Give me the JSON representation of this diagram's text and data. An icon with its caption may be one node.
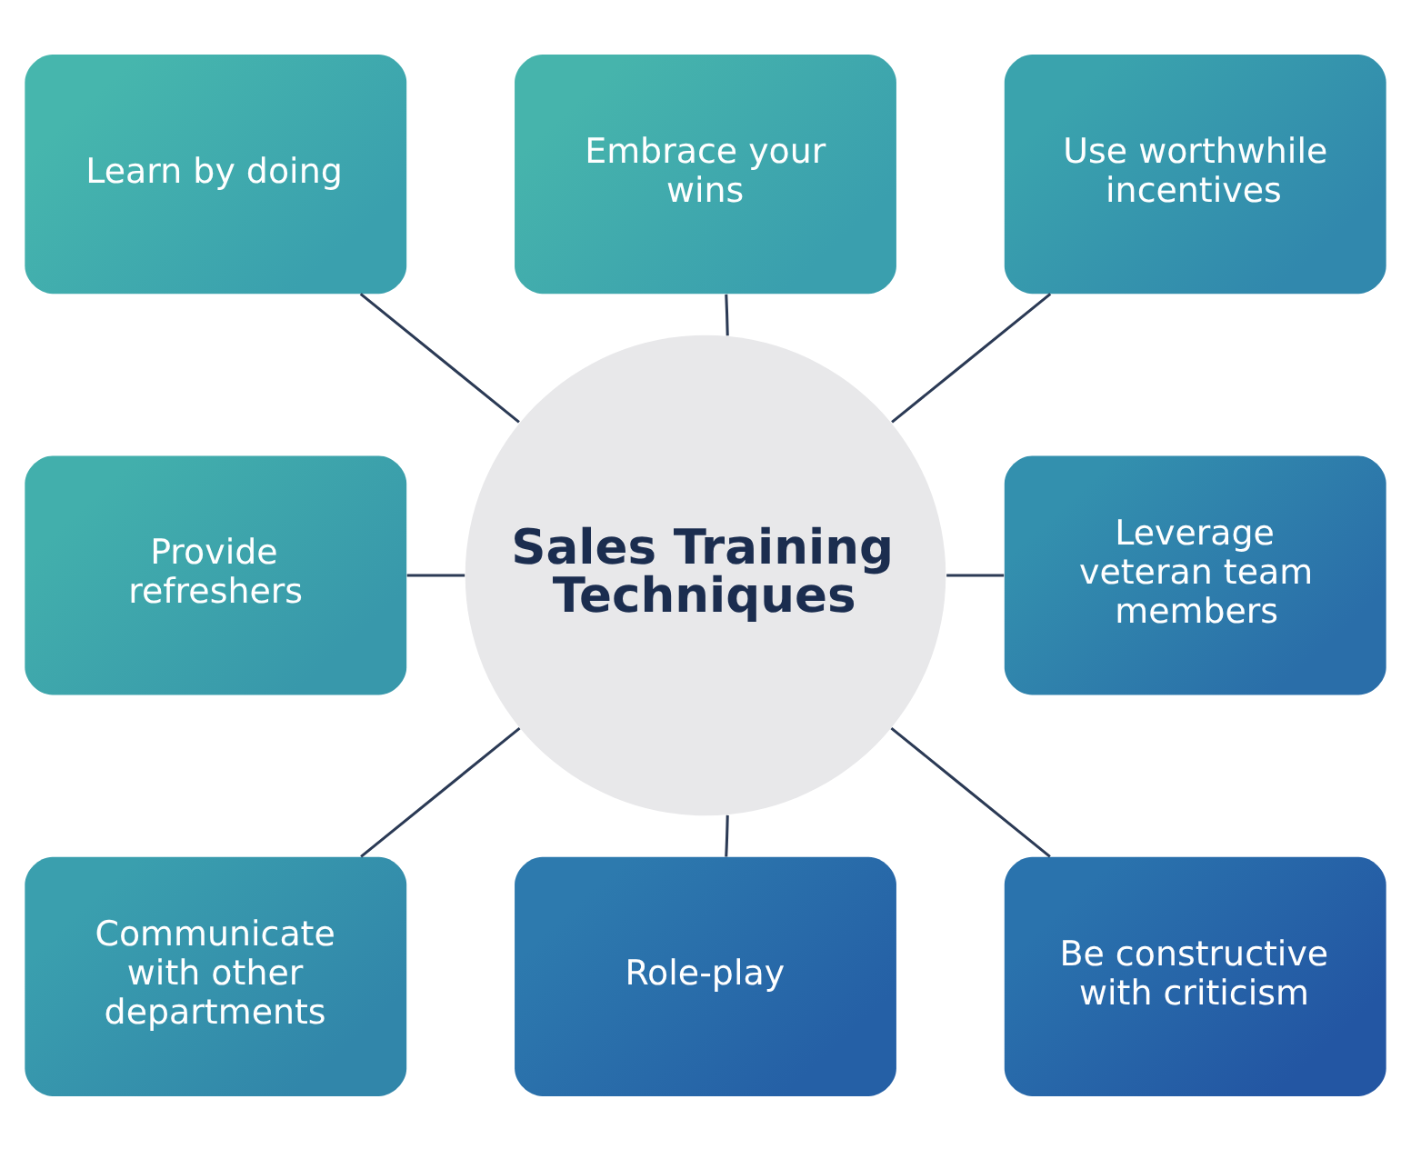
{
  "diagram": {
    "nodes": [
      {
        "text": [
          "Sales Training Techniques"
        ]
      },
      {
        "text": [
          "Embrace your wins"
        ]
      },
      {
        "text": [
          "Use worthwhile incentives"
        ]
      },
      {
        "text": [
          "Leverage veteran team members"
        ]
      },
      {
        "text": [
          "Be constructive with criticism"
        ]
      },
      {
        "text": [
          "Role-play"
        ]
      },
      {
        "text": [
          "Communicate with other departments"
        ]
      },
      {
        "text": [
          "Provide refreshers"
        ]
      },
      {
        "text": [
          "Learn by doing"
        ]
      }
    ],
    "edges": [
      {
        "from": 0,
        "to": 1,
        "arrow": "none"
      },
      {
        "from": 0,
        "to": 2,
        "arrow": "none"
      },
      {
        "from": 0,
        "to": 3,
        "arrow": "none"
      },
      {
        "from": 0,
        "to": 4,
        "arrow": "none"
      },
      {
        "from": 0,
        "to": 5,
        "arrow": "none"
      },
      {
        "from": 0,
        "to": 6,
        "arrow": "none"
      },
      {
        "from": 0,
        "to": 7,
        "arrow": "none"
      },
      {
        "from": 0,
        "to": 8,
        "arrow": "none"
      }
    ]
  }
}
